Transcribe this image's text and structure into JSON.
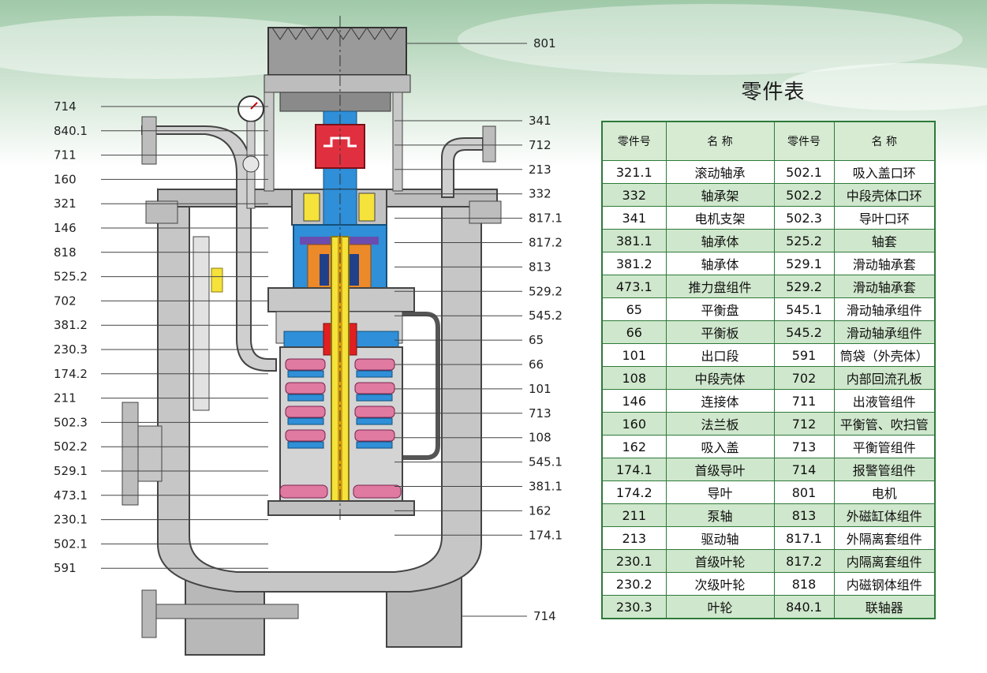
{
  "title": "零件表",
  "table": {
    "headers": [
      "零件号",
      "名 称",
      "零件号",
      "名 称"
    ],
    "rows": [
      [
        "321.1",
        "滚动轴承",
        "502.1",
        "吸入盖口环"
      ],
      [
        "332",
        "轴承架",
        "502.2",
        "中段壳体口环"
      ],
      [
        "341",
        "电机支架",
        "502.3",
        "导叶口环"
      ],
      [
        "381.1",
        "轴承体",
        "525.2",
        "轴套"
      ],
      [
        "381.2",
        "轴承体",
        "529.1",
        "滑动轴承套"
      ],
      [
        "473.1",
        "推力盘组件",
        "529.2",
        "滑动轴承套"
      ],
      [
        "65",
        "平衡盘",
        "545.1",
        "滑动轴承组件"
      ],
      [
        "66",
        "平衡板",
        "545.2",
        "滑动轴承组件"
      ],
      [
        "101",
        "出口段",
        "591",
        "筒袋（外壳体）"
      ],
      [
        "108",
        "中段壳体",
        "702",
        "内部回流孔板"
      ],
      [
        "146",
        "连接体",
        "711",
        "出液管组件"
      ],
      [
        "160",
        "法兰板",
        "712",
        "平衡管、吹扫管"
      ],
      [
        "162",
        "吸入盖",
        "713",
        "平衡管组件"
      ],
      [
        "174.1",
        "首级导叶",
        "714",
        "报警管组件"
      ],
      [
        "174.2",
        "导叶",
        "801",
        "电机"
      ],
      [
        "211",
        "泵轴",
        "813",
        "外磁缸体组件"
      ],
      [
        "213",
        "驱动轴",
        "817.1",
        "外隔离套组件"
      ],
      [
        "230.1",
        "首级叶轮",
        "817.2",
        "内隔离套组件"
      ],
      [
        "230.2",
        "次级叶轮",
        "818",
        "内磁钢体组件"
      ],
      [
        "230.3",
        "叶轮",
        "840.1",
        "联轴器"
      ]
    ]
  },
  "left_callouts": [
    "714",
    "840.1",
    "711",
    "160",
    "321",
    "146",
    "818",
    "525.2",
    "702",
    "381.2",
    "230.3",
    "174.2",
    "211",
    "502.3",
    "502.2",
    "529.1",
    "473.1",
    "230.1",
    "502.1",
    "591"
  ],
  "right_callouts": [
    "341",
    "712",
    "213",
    "332",
    "817.1",
    "817.2",
    "813",
    "529.2",
    "545.2",
    "65",
    "66",
    "101",
    "713",
    "108",
    "545.1",
    "381.1",
    "162",
    "174.1"
  ],
  "top_callout": "801",
  "bottom_callout": "714"
}
